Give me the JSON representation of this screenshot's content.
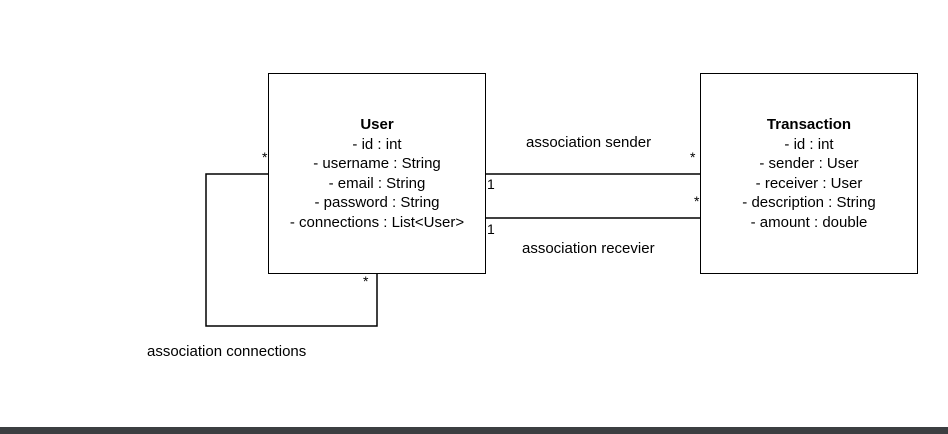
{
  "classes": {
    "user": {
      "name": "User",
      "attributes": [
        "- id : int",
        "- username : String",
        "- email : String",
        "- password : String",
        "- connections : List<User>"
      ]
    },
    "transaction": {
      "name": "Transaction",
      "attributes": [
        "- id : int",
        "- sender : User",
        "- receiver : User",
        "- description : String",
        "- amount : double"
      ]
    }
  },
  "associations": {
    "sender": {
      "label": "association sender",
      "source_multiplicity": "1",
      "target_multiplicity": "*"
    },
    "receiver": {
      "label": "association recevier",
      "source_multiplicity": "1",
      "target_multiplicity": "*"
    },
    "connections": {
      "label": "association connections",
      "source_multiplicity": "*",
      "target_multiplicity": "*"
    }
  }
}
